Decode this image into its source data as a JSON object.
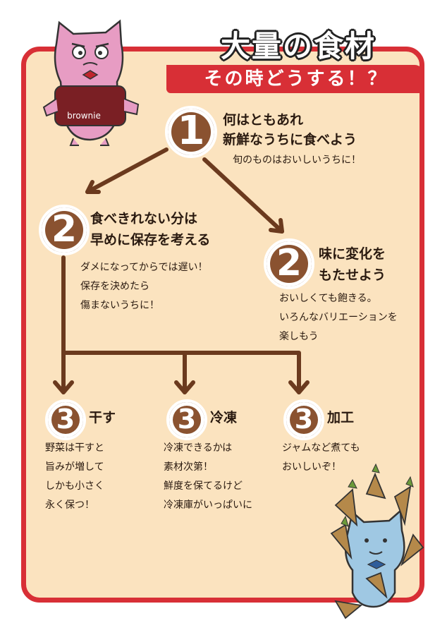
{
  "title": {
    "main": "大量の食材",
    "sub": "その時どうする！？"
  },
  "mascot": {
    "label": "brownie"
  },
  "step1": {
    "number": "1",
    "heading_line1": "何はともあれ",
    "heading_line2": "新鮮なうちに食べよう",
    "note": "旬のものはおいしいうちに！"
  },
  "step2_left": {
    "number": "2",
    "heading_line1": "食べきれない分は",
    "heading_line2": "早めに保存を考える",
    "note_lines": [
      "ダメになってからでは遅い！",
      "保存を決めたら",
      "傷まないうちに！"
    ]
  },
  "step2_right": {
    "number": "2",
    "heading_line1": "味に変化を",
    "heading_line2": "もたせよう",
    "note_lines": [
      "おいしくても飽きる。",
      "いろんなバリエーションを",
      "楽しもう"
    ]
  },
  "step3_dry": {
    "number": "3",
    "heading": "干す",
    "note_lines": [
      "野菜は干すと",
      "旨みが増して",
      "しかも小さく",
      "永く保つ！"
    ]
  },
  "step3_freeze": {
    "number": "3",
    "heading": "冷凍",
    "note_lines": [
      "冷凍できるかは",
      "素材次第！",
      "鮮度を保てるけど",
      "冷凍庫がいっぱいに"
    ]
  },
  "step3_process": {
    "number": "3",
    "heading": "加工",
    "note_lines": [
      "ジャムなど煮ても",
      "おいしいぞ！"
    ]
  },
  "colors": {
    "frame_red": "#d82f36",
    "panel_cream": "#fbe3bf",
    "circle_brown": "#8a5230",
    "arrow_brown": "#6b3a1e"
  }
}
